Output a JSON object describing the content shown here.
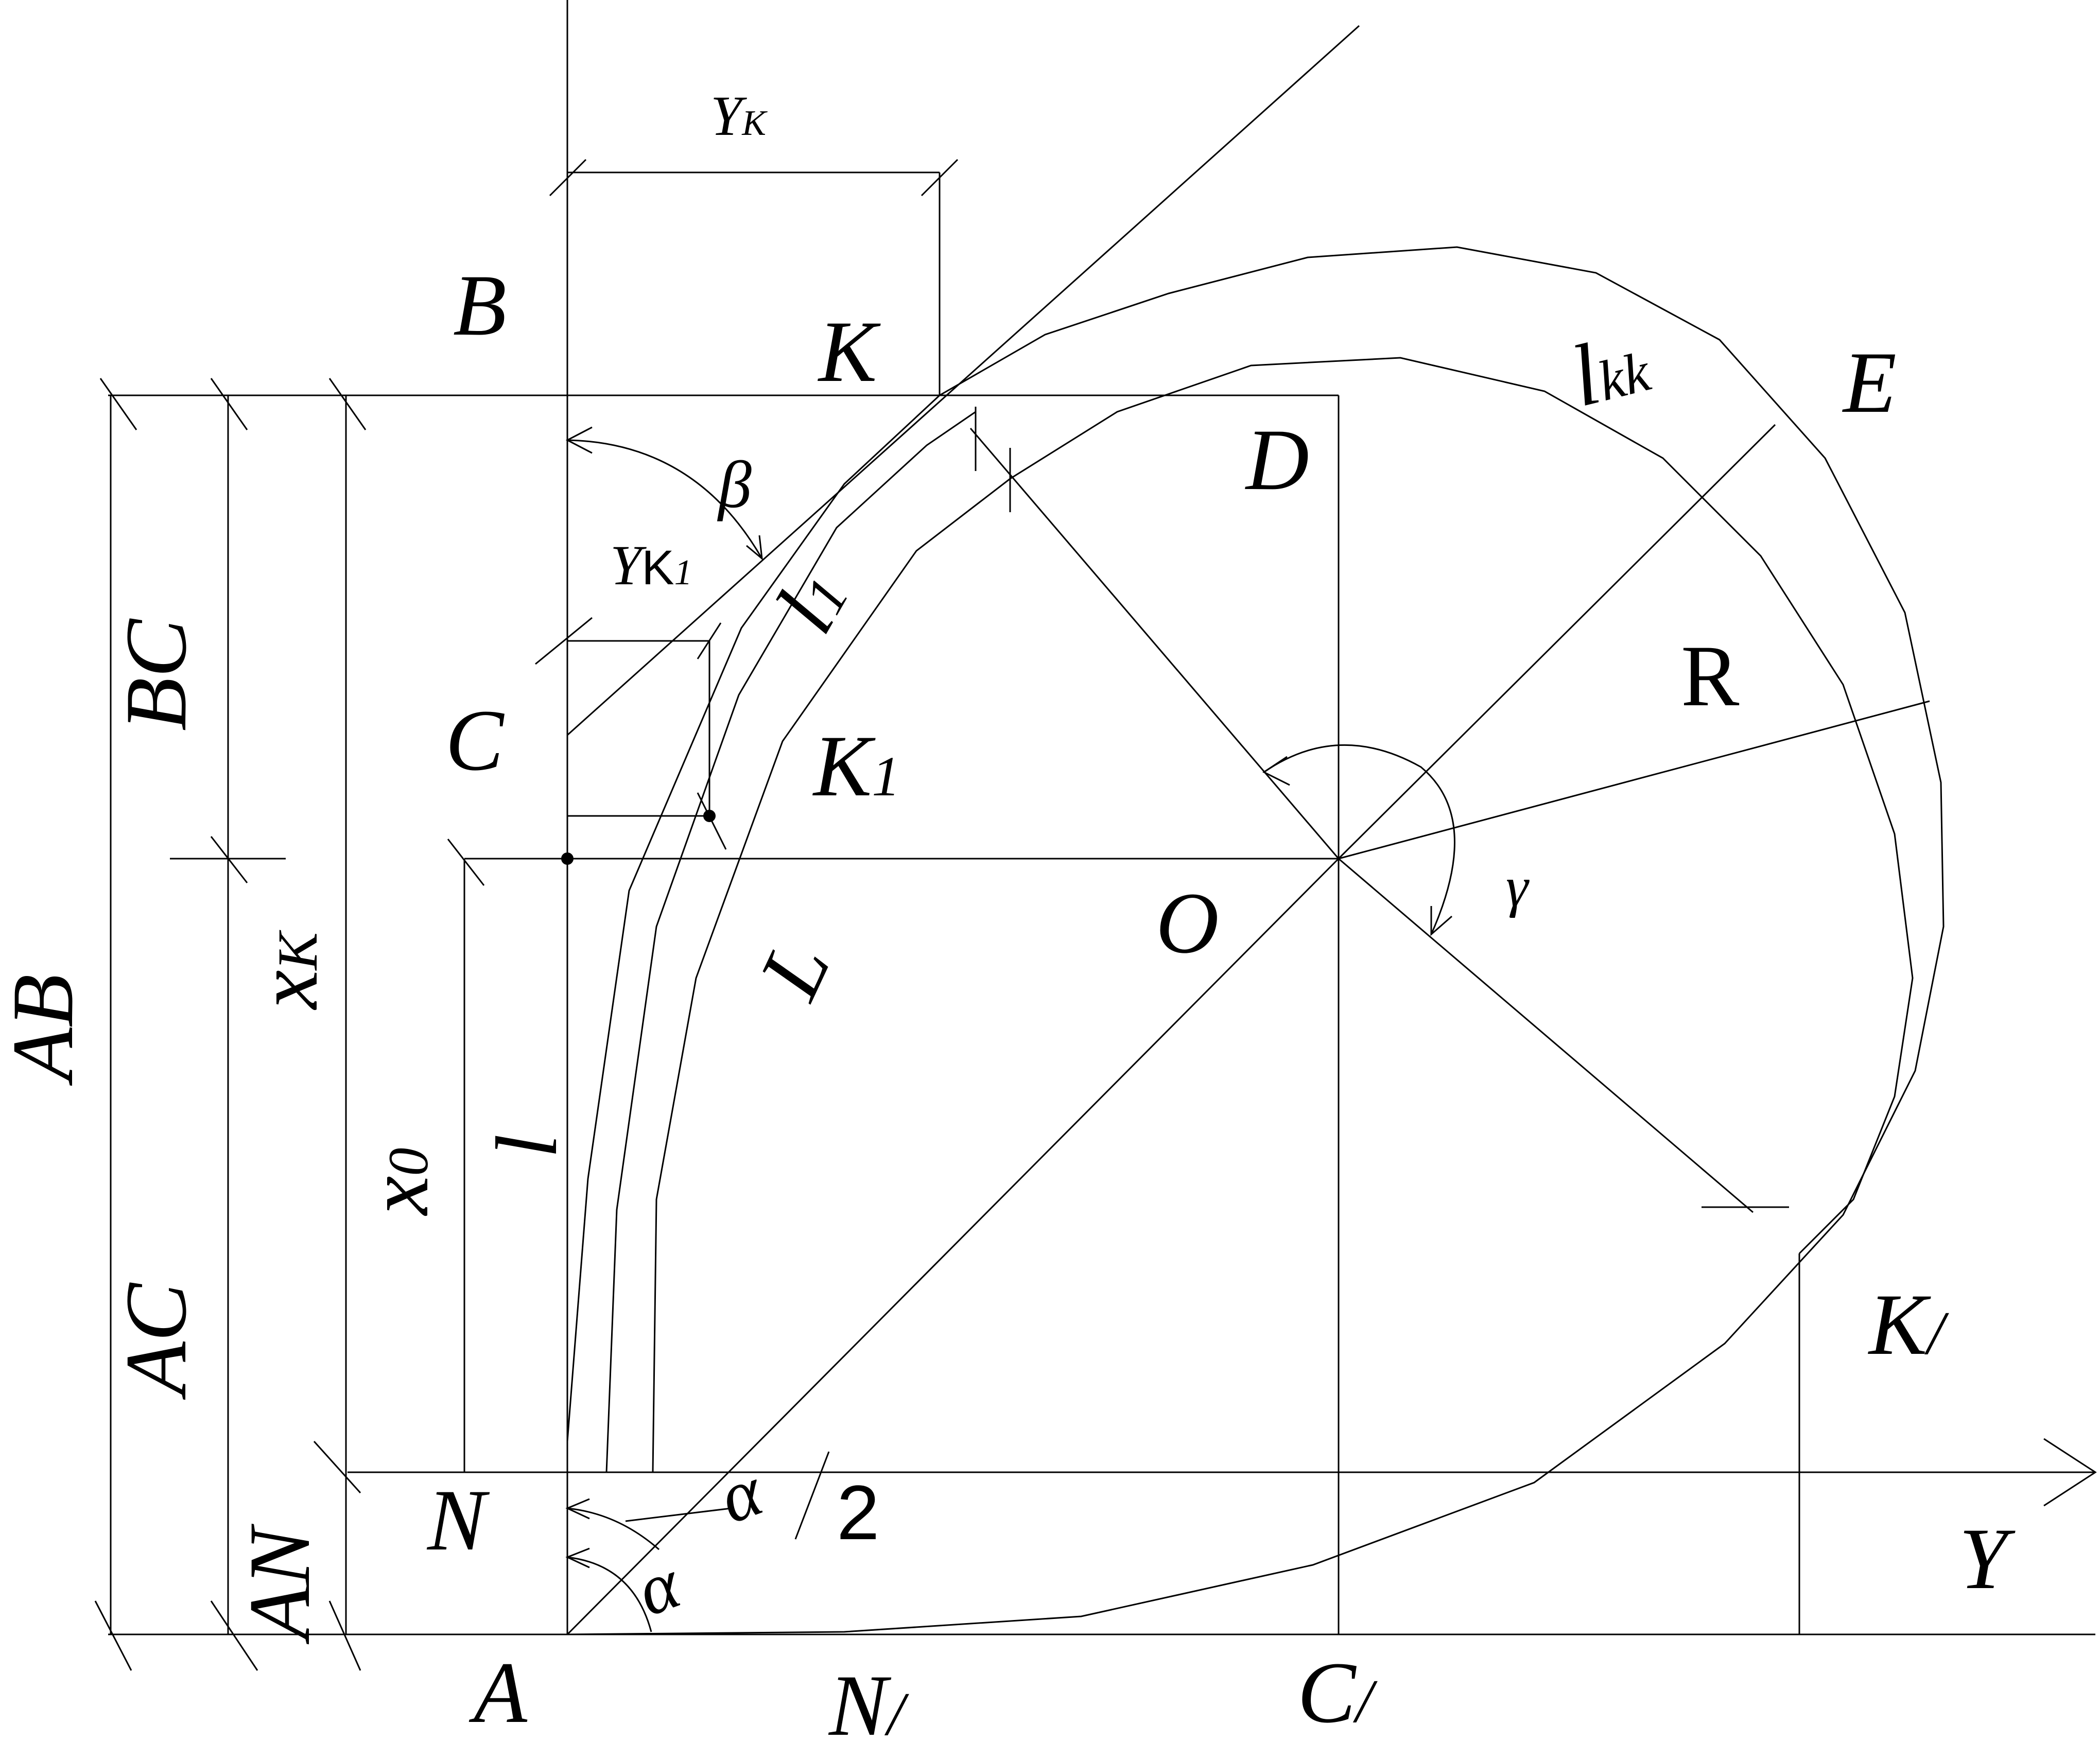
{
  "labels": {
    "Y_K": "Y",
    "Y_K_sub": "K",
    "B": "B",
    "K": "K",
    "D": "D",
    "l_kk": "l",
    "l_kk_sub": "kk",
    "E": "E",
    "beta": "β",
    "Y_K1": "Y",
    "Y_K1_sub": "K",
    "Y_K1_idx": "1",
    "l_1": "l",
    "l_1_sub": "1",
    "BC": "BC",
    "C": "C",
    "K_1": "K",
    "K_1_sub": "1",
    "R": "R",
    "O": "O",
    "gamma": "γ",
    "x_K": "x",
    "x_K_sub": "K",
    "AB": "AB",
    "L": "L",
    "x_0": "x",
    "x_0_sub": "0",
    "l": "l",
    "AC": "AC",
    "K_prime": "K",
    "N": "N",
    "alpha_upper": "α",
    "two": "2",
    "AN": "AN",
    "alpha_lower": "α",
    "Y": "Y",
    "A": "A",
    "N_prime": "N",
    "C_prime": "C",
    "prime": "/"
  }
}
